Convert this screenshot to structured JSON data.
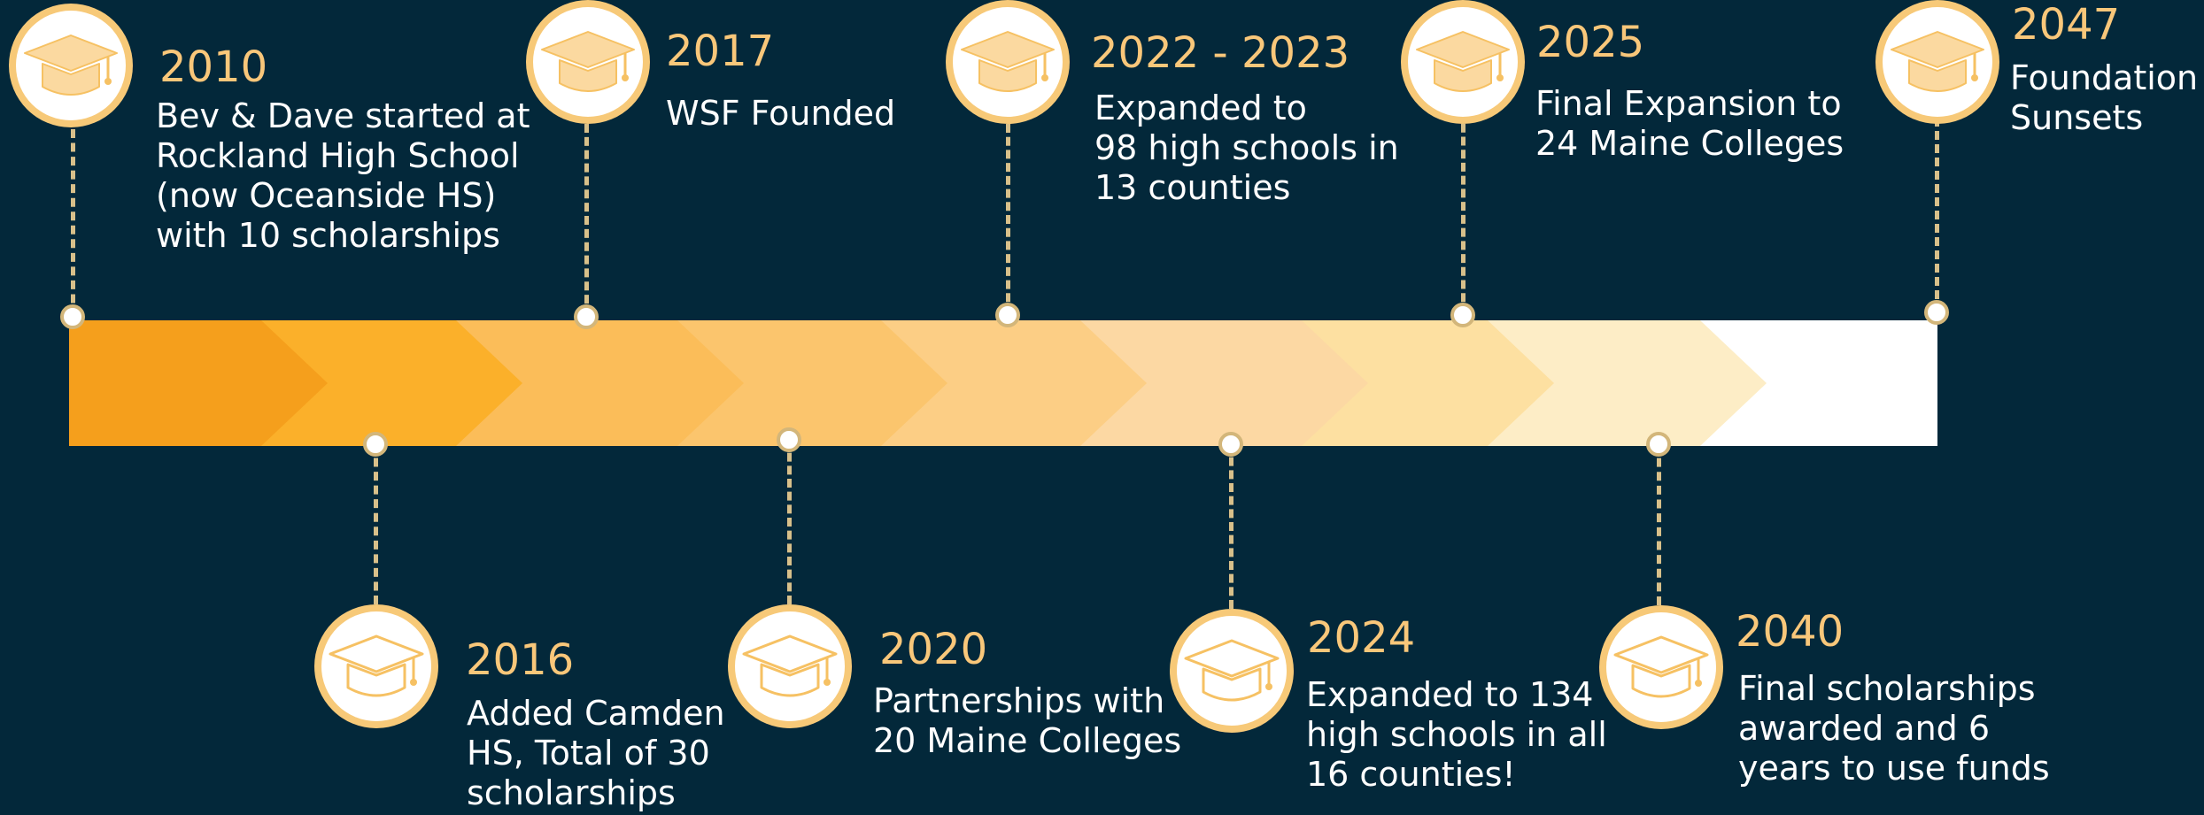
{
  "colors": {
    "background": "#03283a",
    "year_text": "#f9c77a",
    "body_text": "#ffffff",
    "connector": "#d8c08a",
    "medallion_ring": "#f7c978",
    "cap_fill": "#fbd9a0",
    "cap_outline": "#f6c163"
  },
  "arrow_band_colors": [
    "#f59f1c",
    "#fbb02a",
    "#fbbd59",
    "#fbc56d",
    "#fcce85",
    "#fcd8a3",
    "#fde0a1",
    "#fdedc6",
    "#ffffff"
  ],
  "events": [
    {
      "id": "2010",
      "year": "2010",
      "lines": [
        "Bev & Dave started at",
        "Rockland High School",
        "(now Oceanside HS)",
        "with 10 scholarships"
      ],
      "side": "above",
      "icon": "graduation-cap-icon",
      "icon_style": "filled"
    },
    {
      "id": "2016",
      "year": "2016",
      "lines": [
        "Added Camden",
        "HS, Total of 30",
        "scholarships"
      ],
      "side": "below",
      "icon": "graduation-cap-icon",
      "icon_style": "outline"
    },
    {
      "id": "2017",
      "year": "2017",
      "lines": [
        "WSF Founded"
      ],
      "side": "above",
      "icon": "graduation-cap-icon",
      "icon_style": "filled"
    },
    {
      "id": "2020",
      "year": "2020",
      "lines": [
        "Partnerships with",
        "20 Maine Colleges"
      ],
      "side": "below",
      "icon": "graduation-cap-icon",
      "icon_style": "outline"
    },
    {
      "id": "2022-2023",
      "year": "2022 - 2023",
      "lines": [
        "Expanded to",
        "98 high schools in",
        "13 counties"
      ],
      "side": "above",
      "icon": "graduation-cap-icon",
      "icon_style": "filled"
    },
    {
      "id": "2024",
      "year": "2024",
      "lines": [
        "Expanded to 134",
        "high schools in all",
        "16 counties!"
      ],
      "side": "below",
      "icon": "graduation-cap-icon",
      "icon_style": "outline"
    },
    {
      "id": "2025",
      "year": "2025",
      "lines": [
        "Final Expansion to",
        "24 Maine Colleges"
      ],
      "side": "above",
      "icon": "graduation-cap-icon",
      "icon_style": "filled"
    },
    {
      "id": "2040",
      "year": "2040",
      "lines": [
        "Final scholarships",
        "awarded and 6",
        "years to use funds"
      ],
      "side": "below",
      "icon": "graduation-cap-icon",
      "icon_style": "outline"
    },
    {
      "id": "2047",
      "year": "2047",
      "lines": [
        "Foundation",
        "Sunsets"
      ],
      "side": "above",
      "icon": "graduation-cap-icon",
      "icon_style": "filled"
    }
  ]
}
